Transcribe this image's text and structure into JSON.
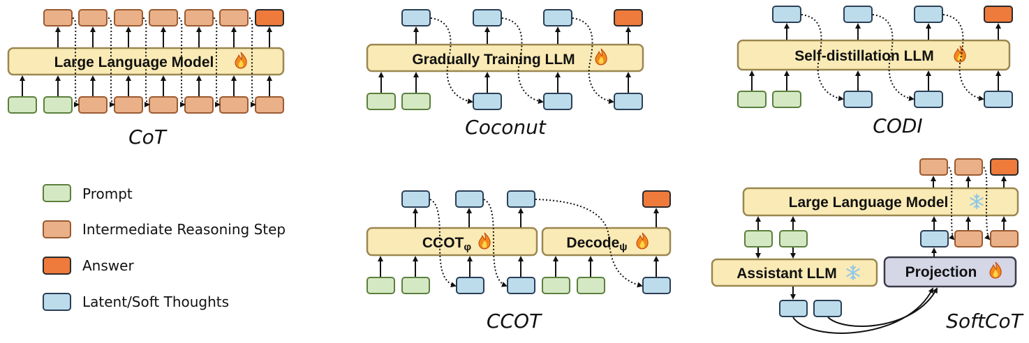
{
  "colors": {
    "prompt": "#d5e8c4",
    "prompt_stroke": "#5b7f3c",
    "intermediate": "#eab088",
    "intermediate_stroke": "#9a5a30",
    "answer": "#ee7a3c",
    "answer_stroke": "#2a2a2a",
    "latent": "#bcdcec",
    "latent_stroke": "#2a3f55",
    "model": "#faeab5",
    "model_stroke": "#9a8750",
    "projection": "#d5d6e6",
    "projection_stroke": "#3a3a48"
  },
  "icons": {
    "trainable": "fire-icon",
    "frozen": "snowflake-icon"
  },
  "cot": {
    "model_label": "Large Language Model",
    "caption": "CoT"
  },
  "coconut": {
    "model_label": "Gradually Training LLM",
    "caption": "Coconut"
  },
  "codi": {
    "model_label": "Self-distillation LLM",
    "caption": "CODI"
  },
  "ccot": {
    "model_label": "CCOT",
    "model_subscript": "φ",
    "decode_label": "Decode",
    "decode_subscript": "ψ",
    "caption": "CCOT"
  },
  "softcot": {
    "model_label": "Large Language Model",
    "assistant_label": "Assistant LLM",
    "projection_label": "Projection",
    "caption": "SoftCoT"
  },
  "legend": {
    "items": [
      {
        "label": "Prompt",
        "type": "prompt"
      },
      {
        "label": "Intermediate Reasoning Step",
        "type": "intermediate"
      },
      {
        "label": "Answer",
        "type": "answer"
      },
      {
        "label": "Latent/Soft Thoughts",
        "type": "latent"
      }
    ]
  }
}
